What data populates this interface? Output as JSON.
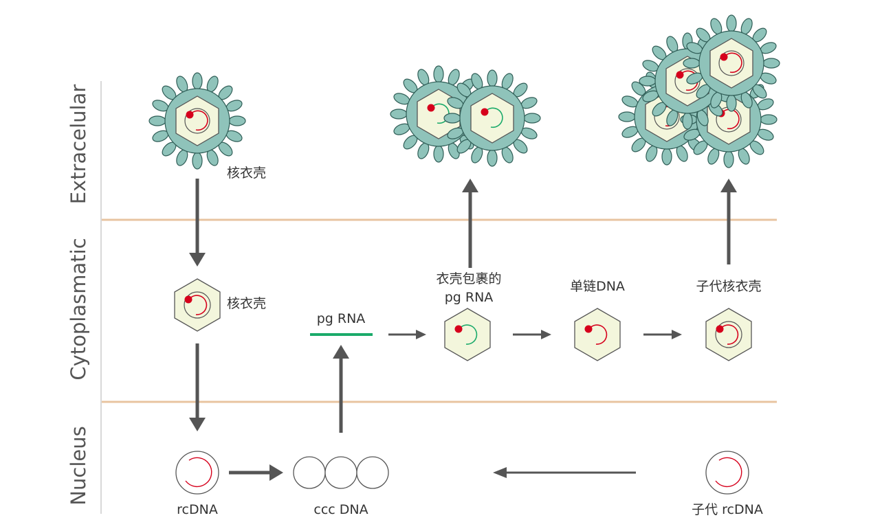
{
  "zones": {
    "extracellular": "Extracelular",
    "cytoplasmatic": "Cytoplasmatic",
    "nucleus": "Nucleus"
  },
  "labels": {
    "virion_entry": "核衣壳",
    "capsid_cyto": "核衣壳",
    "pg_rna": "pg RNA",
    "encapsidated_line1": "衣壳包裹的",
    "encapsidated_line2": "pg RNA",
    "ss_dna": "单链DNA",
    "progeny_capsid": "子代核衣壳",
    "rcdna": "rcDNA",
    "cccdna": "ccc DNA",
    "progeny_rcdna": "子代 rcDNA"
  },
  "colors": {
    "envelope": "#8fc3ba",
    "envelope_stroke": "#2f5d56",
    "capsid_fill": "#f3f6dc",
    "capsid_stroke": "#555555",
    "dna_red": "#d6001c",
    "rna_green": "#1aaa6a",
    "arrow": "#555555",
    "zone_line": "#e8c4a0",
    "zone_text": "#555555"
  }
}
